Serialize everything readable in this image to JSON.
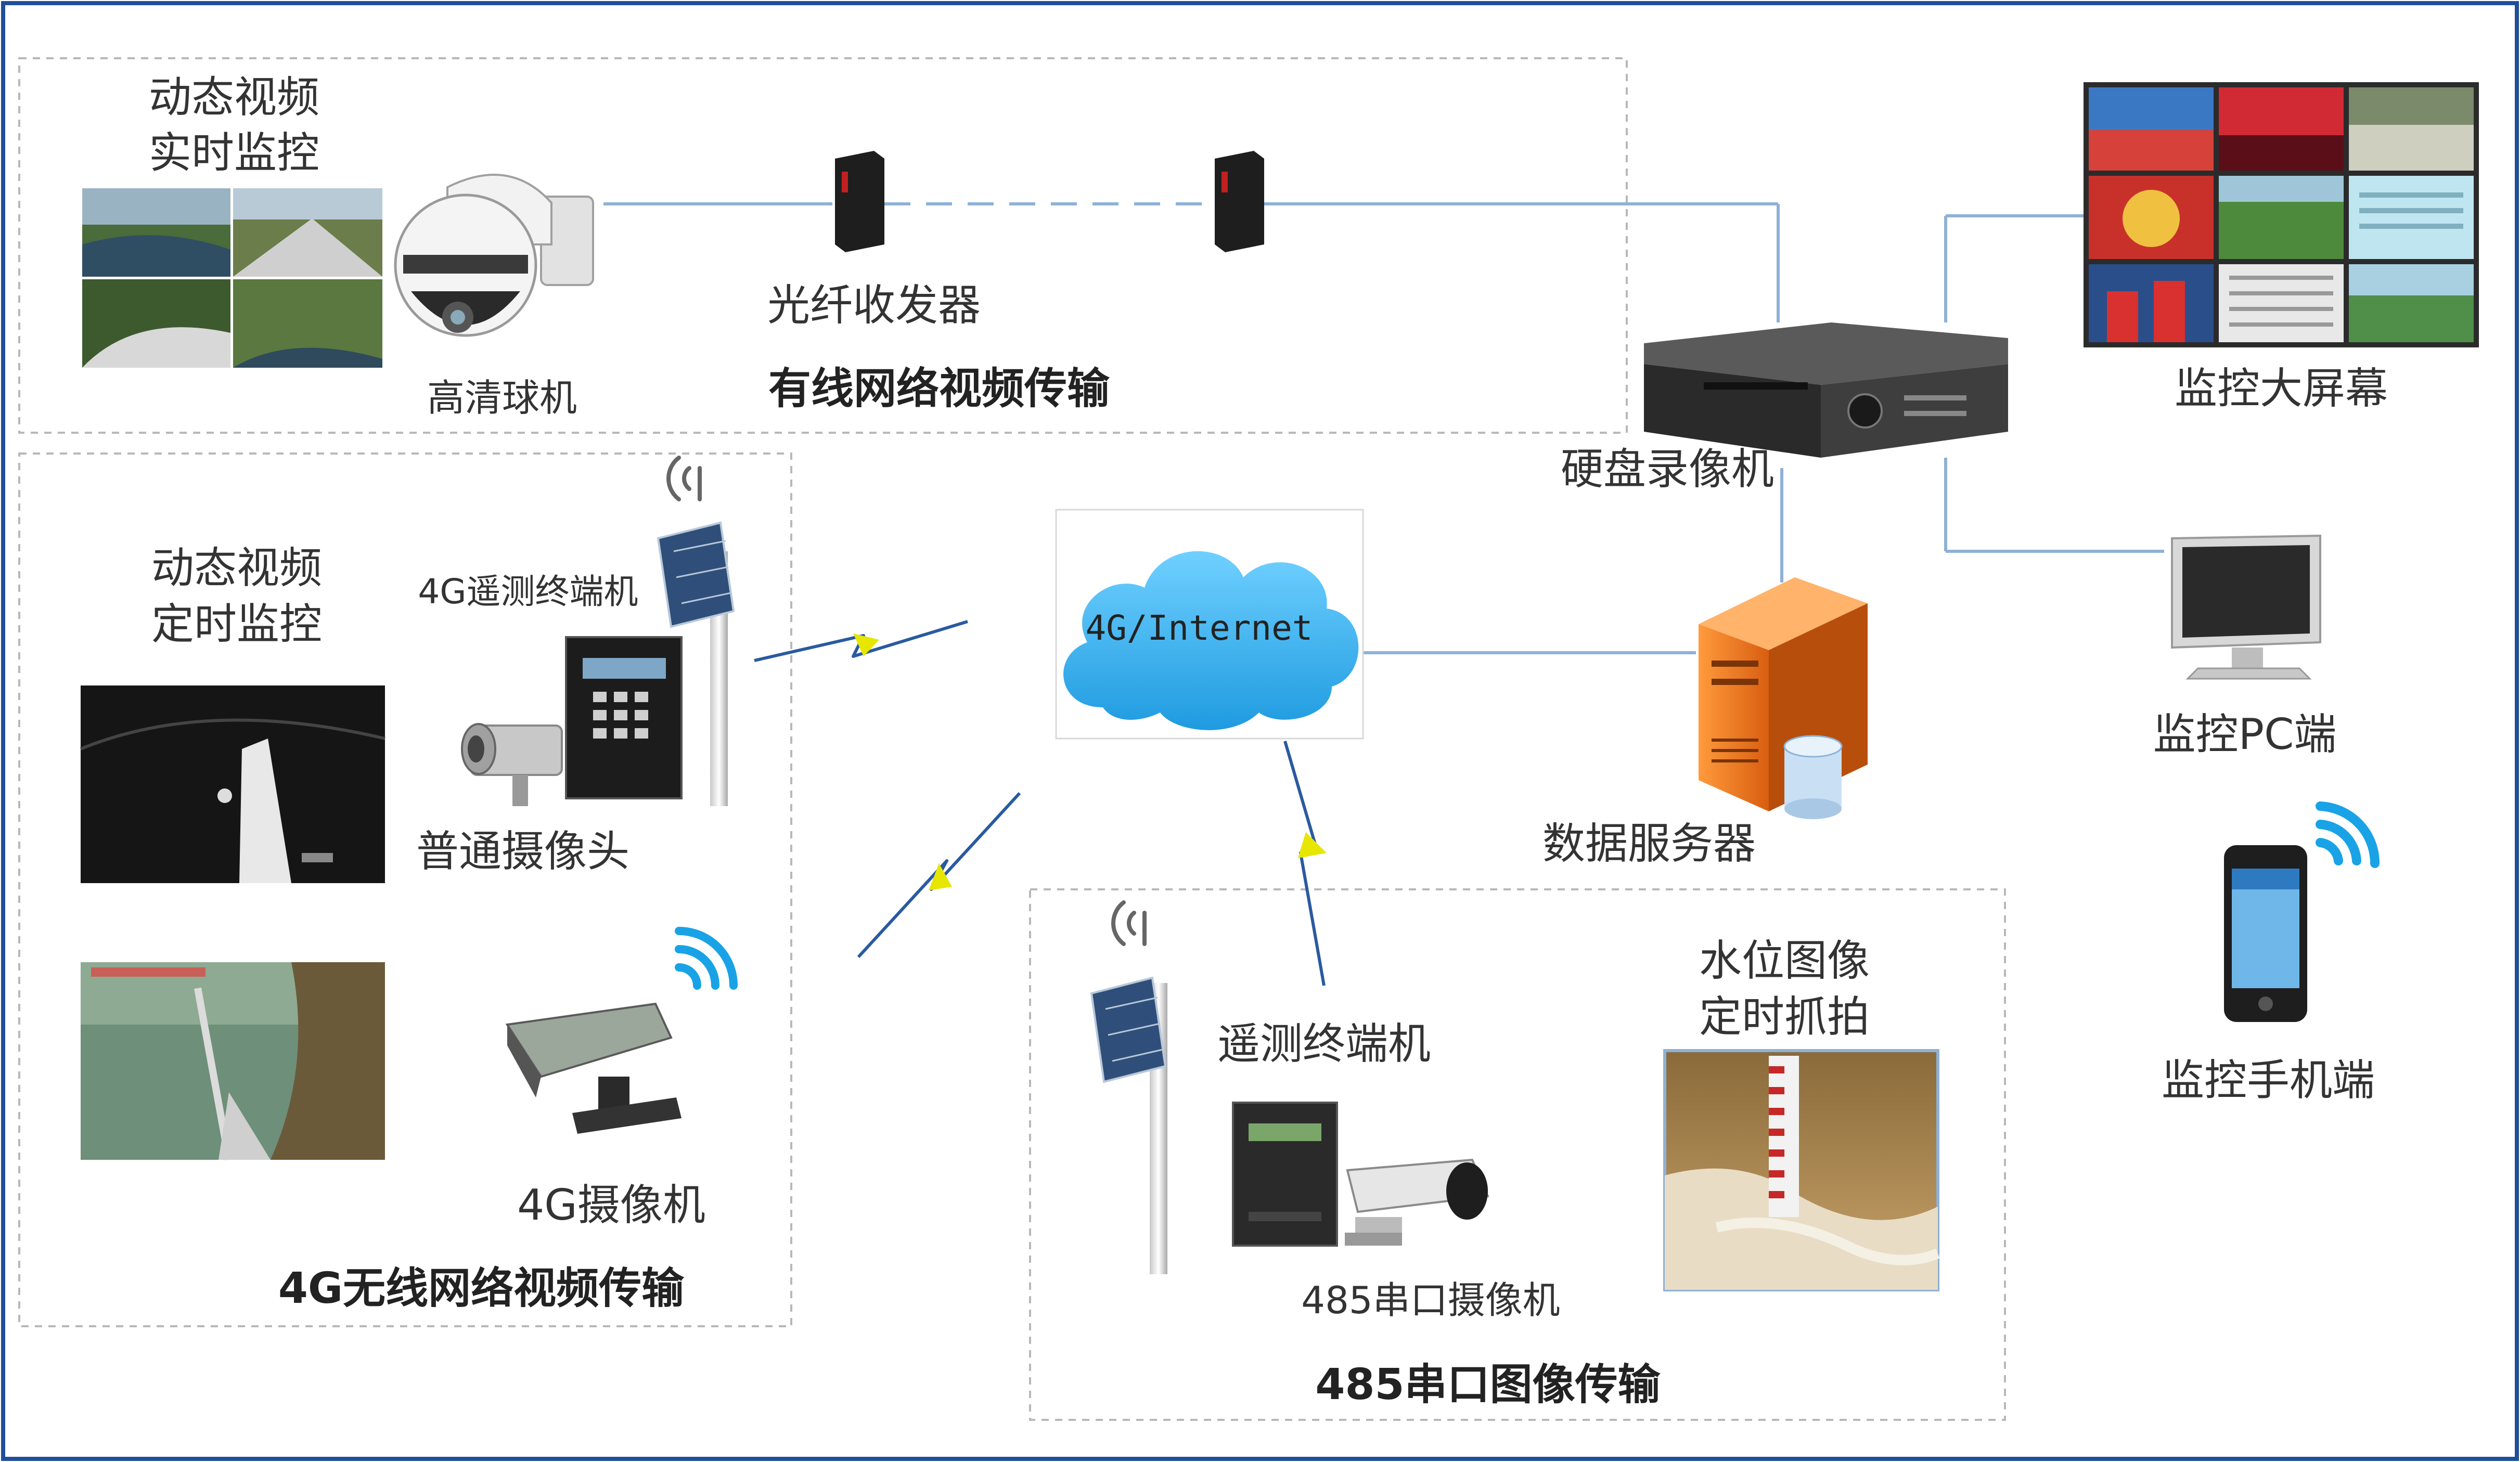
{
  "title": "",
  "sections": {
    "wired": {
      "label": "有线网络视频传输",
      "caption_lines": [
        "动态视频",
        "实时监控"
      ],
      "devices": {
        "camera": "高清球机",
        "fiber": "光纤收发器"
      }
    },
    "wireless": {
      "label": "4G无线网络视频传输",
      "caption_lines": [
        "动态视频",
        "定时监控"
      ],
      "devices": {
        "terminal": "4G遥测终端机",
        "normal_camera": "普通摄像头",
        "camera_4g": "4G摄像机"
      }
    },
    "serial": {
      "label": "485串口图像传输",
      "caption_lines": [
        "水位图像",
        "定时抓拍"
      ],
      "devices": {
        "terminal": "遥测终端机",
        "camera": "485串口摄像机"
      }
    }
  },
  "center": {
    "cloud": "4G/Internet",
    "nvr": "硬盘录像机",
    "server": "数据服务器"
  },
  "endpoints": {
    "wall": "监控大屏幕",
    "pc": "监控PC端",
    "mobile": "监控手机端"
  },
  "colors": {
    "border": "#1f4e9a",
    "link": "#8eb1d6",
    "dashed_box": "#b0b0b0",
    "cloud": "#33aaee",
    "server": "#f07a1e",
    "lightning": "#e6e600"
  }
}
